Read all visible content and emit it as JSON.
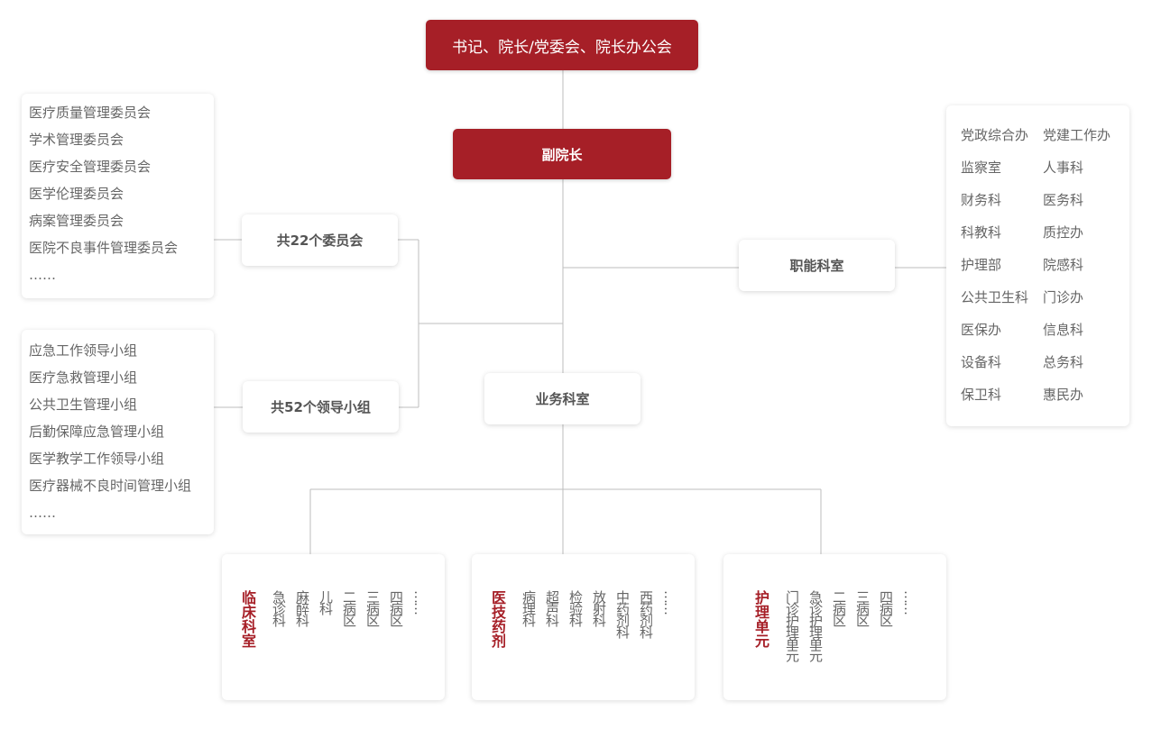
{
  "top": {
    "title": "书记、院长/党委会、院长办公会"
  },
  "vice": {
    "title": "副院长"
  },
  "committee": {
    "label": "共22个委员会",
    "items": [
      "医疗质量管理委员会",
      "学术管理委员会",
      "医疗安全管理委员会",
      "医学伦理委员会",
      "病案管理委员会",
      "医院不良事件管理委员会",
      "……"
    ]
  },
  "group": {
    "label": "共52个领导小组",
    "items": [
      "应急工作领导小组",
      "医疗急救管理小组",
      "公共卫生管理小组",
      "后勤保障应急管理小组",
      "医学教学工作领导小组",
      "医疗器械不良时间管理小组",
      "……"
    ]
  },
  "functional": {
    "label": "职能科室",
    "items": [
      "党政综合办",
      "党建工作办",
      "监察室",
      "人事科",
      "财务科",
      "医务科",
      "科教科",
      "质控办",
      "护理部",
      "院感科",
      "公共卫生科",
      "门诊办",
      "医保办",
      "信息科",
      "设备科",
      "总务科",
      "保卫科",
      "惠民办"
    ]
  },
  "business": {
    "label": "业务科室"
  },
  "units": [
    {
      "title": "临床科室",
      "items": [
        "急诊科",
        "麻醉科",
        "儿科",
        "二病区",
        "三病区",
        "四病区",
        "……"
      ]
    },
    {
      "title": "医技药剂",
      "items": [
        "病理科",
        "超声科",
        "检验科",
        "放射科",
        "中药剂科",
        "西药剂科",
        "……"
      ]
    },
    {
      "title": "护理单元",
      "items": [
        "门诊护理单元",
        "急诊护理单元",
        "二病区",
        "三病区",
        "四病区",
        "……"
      ]
    }
  ],
  "colors": {
    "accent": "#a61f27",
    "line": "#bdbdbd"
  }
}
